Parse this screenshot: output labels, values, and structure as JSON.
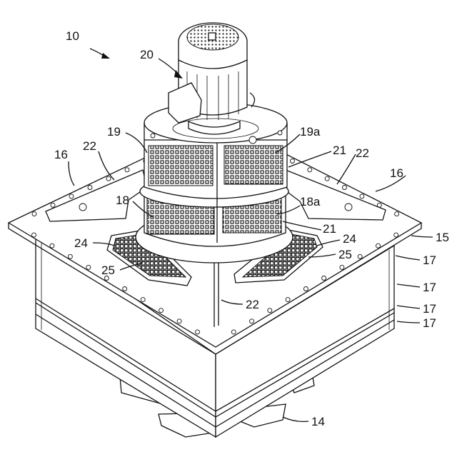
{
  "figure": {
    "reference_numerals": [
      {
        "id": "n10",
        "text": "10"
      },
      {
        "id": "n20",
        "text": "20"
      },
      {
        "id": "n19",
        "text": "19"
      },
      {
        "id": "n19a",
        "text": "19a"
      },
      {
        "id": "n16l",
        "text": "16"
      },
      {
        "id": "n22l",
        "text": "22"
      },
      {
        "id": "n21t",
        "text": "21"
      },
      {
        "id": "n22r",
        "text": "22"
      },
      {
        "id": "n16r",
        "text": "16"
      },
      {
        "id": "n18",
        "text": "18"
      },
      {
        "id": "n18a",
        "text": "18a"
      },
      {
        "id": "n21b",
        "text": "21"
      },
      {
        "id": "n24l",
        "text": "24"
      },
      {
        "id": "n24r",
        "text": "24"
      },
      {
        "id": "n15",
        "text": "15"
      },
      {
        "id": "n25r",
        "text": "25"
      },
      {
        "id": "n25l",
        "text": "25"
      },
      {
        "id": "n17a",
        "text": "17"
      },
      {
        "id": "n17b",
        "text": "17"
      },
      {
        "id": "n22b",
        "text": "22"
      },
      {
        "id": "n17c",
        "text": "17"
      },
      {
        "id": "n17d",
        "text": "17"
      },
      {
        "id": "n14",
        "text": "14"
      }
    ]
  }
}
